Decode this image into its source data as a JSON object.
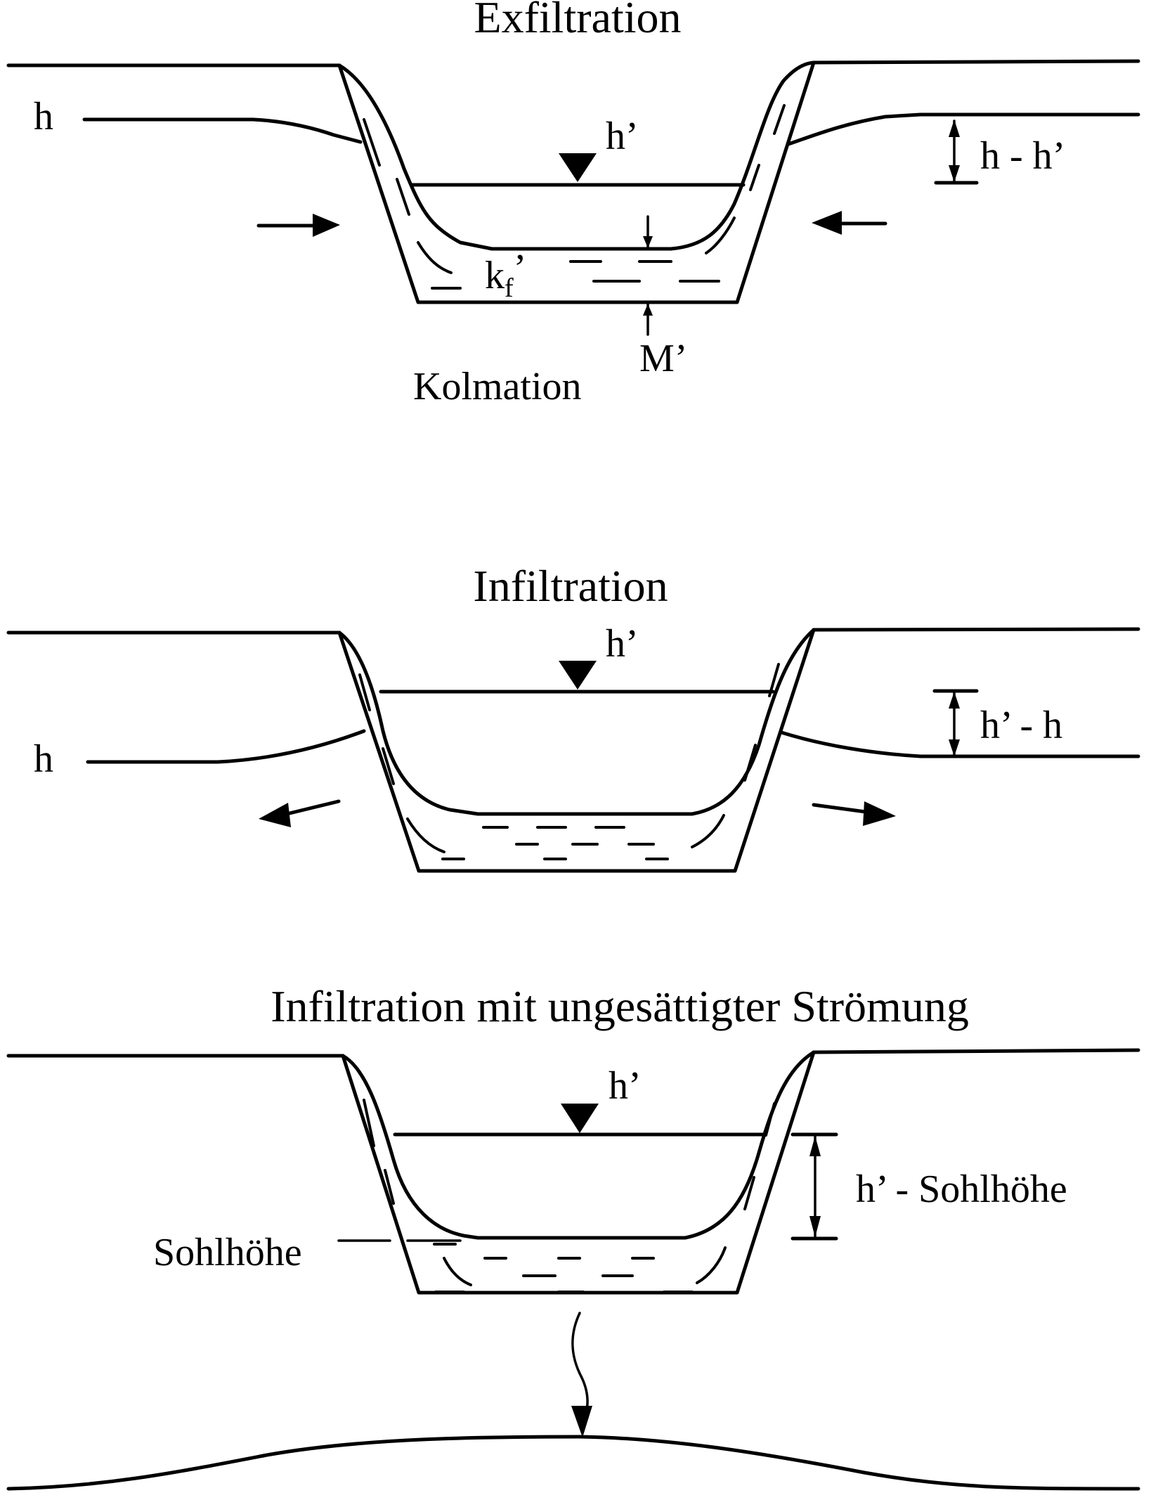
{
  "figure": {
    "panels": [
      {
        "id": "exfiltration",
        "title": "Exfiltration",
        "labels": {
          "groundwater_head": "h",
          "stream_stage": "h’",
          "head_difference": "h - h’",
          "conductivity": "k",
          "conductivity_sub": "f",
          "conductivity_prime": "’",
          "thickness": "M’",
          "clogging_layer": "Kolmation"
        },
        "flow_direction": "toward-stream"
      },
      {
        "id": "infiltration",
        "title": "Infiltration",
        "labels": {
          "groundwater_head": "h",
          "stream_stage": "h’",
          "head_difference": "h’ - h"
        },
        "flow_direction": "away-from-stream"
      },
      {
        "id": "infiltration-unsaturated",
        "title": "Infiltration mit ungesättigter Strömung",
        "labels": {
          "stream_stage": "h’",
          "head_difference": "h’ - Sohlhöhe",
          "bed_elevation": "Sohlhöhe"
        },
        "flow_direction": "downward-unsaturated"
      }
    ]
  }
}
